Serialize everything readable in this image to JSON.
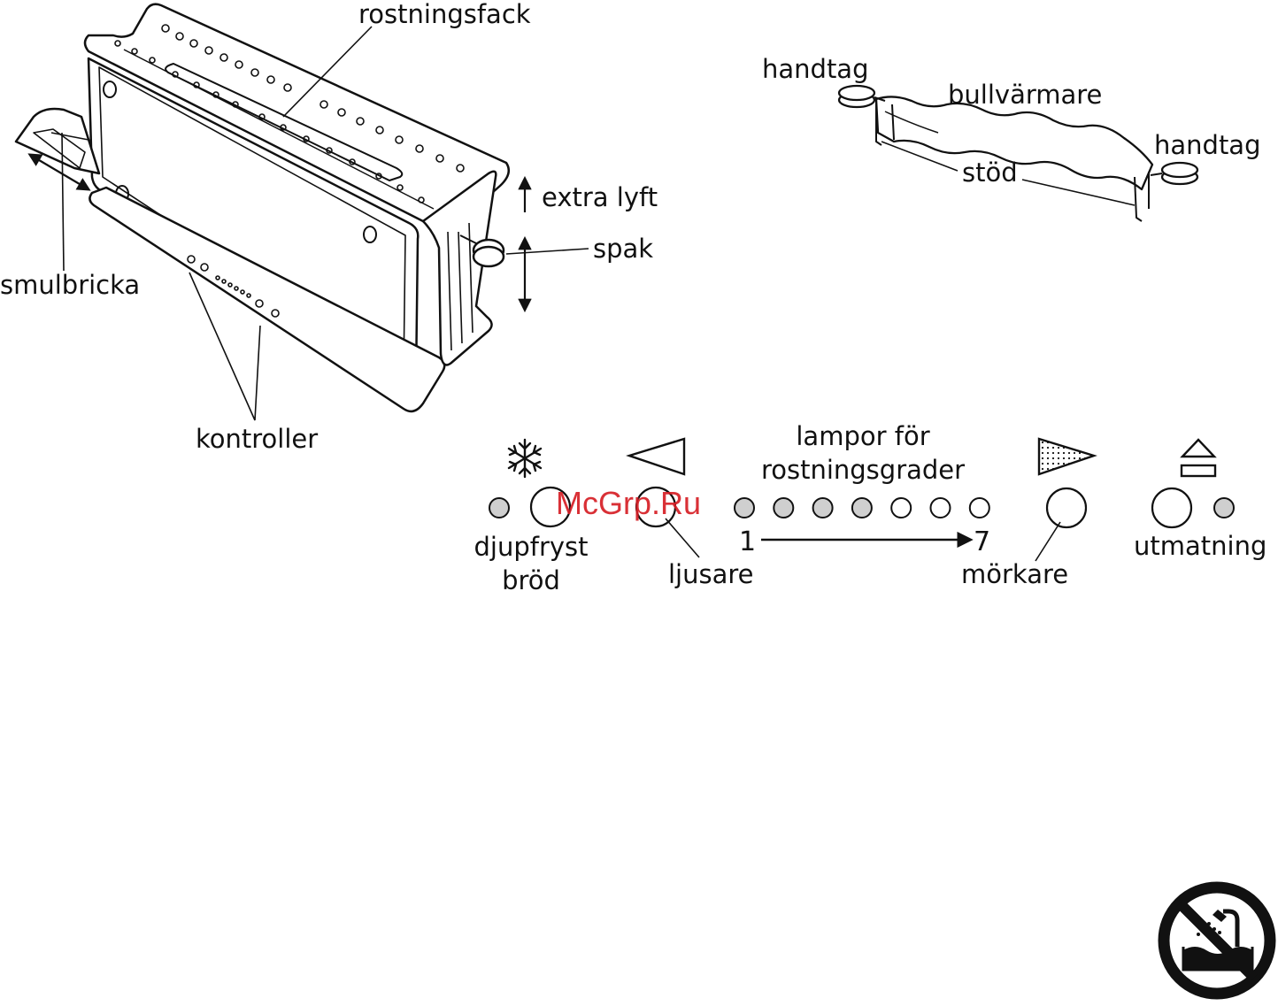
{
  "toaster": {
    "labels": {
      "rostningsfack": "rostningsfack",
      "extra_lyft": "extra lyft",
      "spak": "spak",
      "smulbricka": "smulbricka",
      "kontroller": "kontroller"
    }
  },
  "bun_warmer": {
    "labels": {
      "handtag_left": "handtag",
      "bullvarmare": "bullvärmare",
      "handtag_right": "handtag",
      "stod": "stöd"
    }
  },
  "control_panel": {
    "title_line1": "lampor för",
    "title_line2": "rostningsgrader",
    "scale_start": "1",
    "scale_end": "7",
    "defrost_line1": "djupfryst",
    "defrost_line2": "bröd",
    "lighter": "ljusare",
    "darker": "mörkare",
    "eject": "utmatning",
    "indicator_lamps": [
      {
        "lit": true
      },
      {
        "lit": true
      },
      {
        "lit": true
      },
      {
        "lit": true
      },
      {
        "lit": false
      },
      {
        "lit": false
      },
      {
        "lit": false
      }
    ]
  },
  "watermark": "McGrp.Ru",
  "icons": {
    "defrost": "snowflake-icon",
    "lighter": "triangle-left-icon",
    "darker": "shaded-triangle-right-icon",
    "eject": "eject-icon",
    "warning": "no-water-immersion-icon"
  },
  "colors": {
    "line": "#111111",
    "lamp_lit": "#cfcfcf",
    "watermark": "#d61f26"
  }
}
